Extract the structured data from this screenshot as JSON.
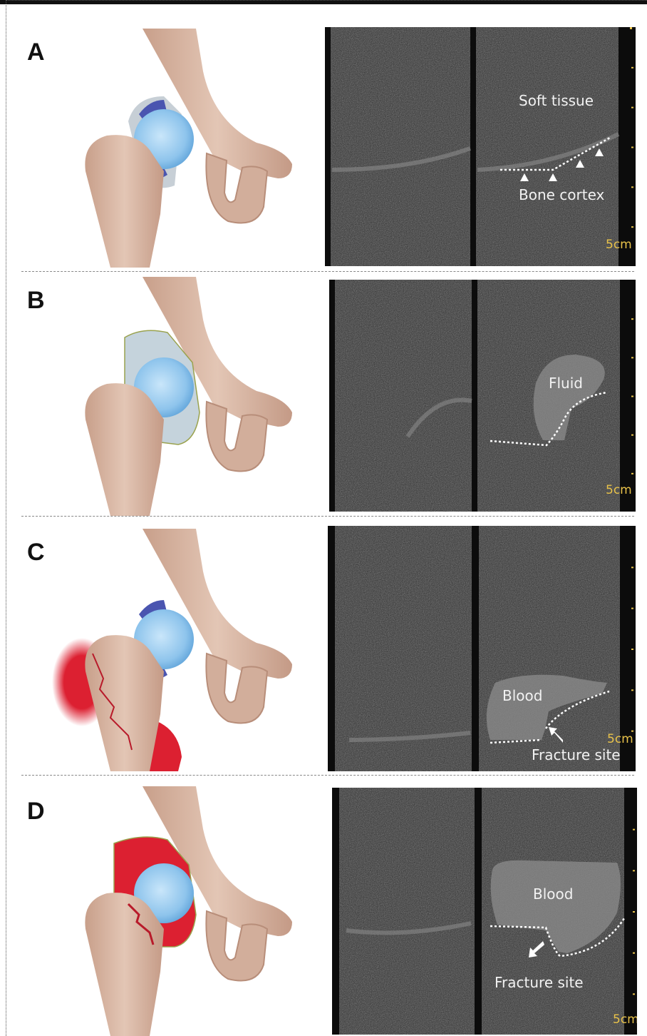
{
  "panels": [
    {
      "letter": "A",
      "labels": {
        "top": "Soft tissue",
        "bottom": "Bone cortex"
      },
      "scale": "5cm"
    },
    {
      "letter": "B",
      "labels": {
        "region": "Fluid"
      },
      "scale": "5cm"
    },
    {
      "letter": "C",
      "labels": {
        "region": "Blood",
        "arrow": "Fracture site"
      },
      "scale": "5cm"
    },
    {
      "letter": "D",
      "labels": {
        "region": "Blood",
        "arrow": "Fracture site"
      },
      "scale": "5cm"
    }
  ],
  "colors": {
    "bone": "#d8b7a4",
    "cartilage": "#8fc4ea",
    "capsule_normal": "#4a55b0",
    "effusion": "#c5d3dc",
    "hematoma": "#dc2031",
    "ultrasound_bg": "#2a2a2a",
    "scale_bar": "#e8c24a"
  }
}
